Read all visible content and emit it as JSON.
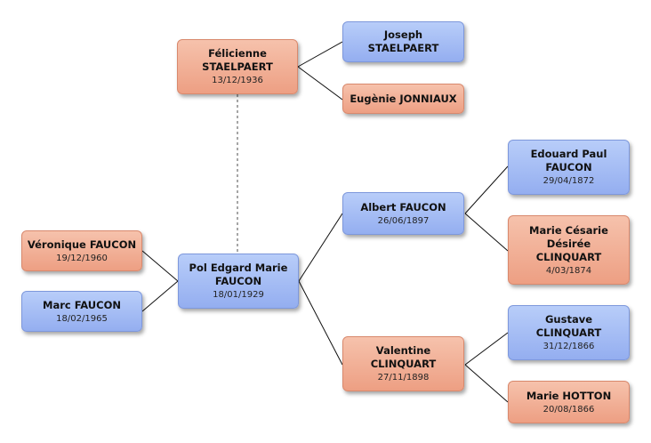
{
  "people": {
    "felicienne": {
      "name": "Félicienne",
      "surname": "STAELPAERT",
      "date": "13/12/1936"
    },
    "joseph": {
      "name": "Joseph",
      "surname": "STAELPAERT"
    },
    "eugenie": {
      "name": "Eugènie JONNIAUX"
    },
    "veronique": {
      "name": "Véronique FAUCON",
      "date": "19/12/1960"
    },
    "marc": {
      "name": "Marc FAUCON",
      "date": "18/02/1965"
    },
    "pol": {
      "name": "Pol Edgard Marie",
      "surname": "FAUCON",
      "date": "18/01/1929"
    },
    "albert": {
      "name": "Albert FAUCON",
      "date": "26/06/1897"
    },
    "valentine": {
      "name": "Valentine",
      "surname": "CLINQUART",
      "date": "27/11/1898"
    },
    "edouard": {
      "name": "Edouard Paul",
      "surname": "FAUCON",
      "date": "29/04/1872"
    },
    "mariecesarie": {
      "name": "Marie Césarie",
      "name2": "Désirée",
      "surname": "CLINQUART",
      "date": "4/03/1874"
    },
    "gustave": {
      "name": "Gustave",
      "surname": "CLINQUART",
      "date": "31/12/1866"
    },
    "mariehotton": {
      "name": "Marie HOTTON",
      "date": "20/08/1866"
    }
  },
  "colors": {
    "female": "#ef a488",
    "male": "#9eb6f2",
    "line": "#111111",
    "spouse_line": "#888888"
  }
}
